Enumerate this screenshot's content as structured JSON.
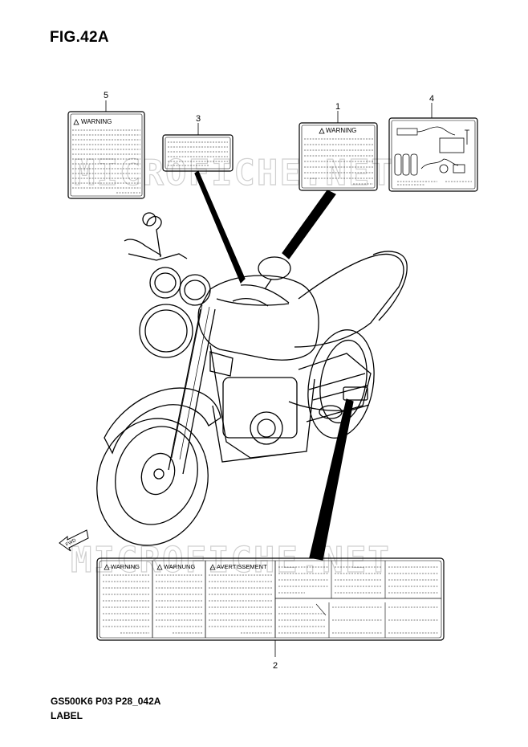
{
  "figure": {
    "title": "FIG.42A",
    "code": "GS500K6 P03 P28_042A",
    "label": "LABEL"
  },
  "callouts": [
    "1",
    "2",
    "3",
    "4",
    "5"
  ],
  "labels": {
    "warning": "WARNING",
    "warnung": "WARNUNG",
    "avertissement": "AVERTISSEMENT"
  },
  "direction_marker": "FWD",
  "watermark": {
    "top": "MICROFICHE.NET",
    "bottom": "MICROFICHE.NET"
  }
}
